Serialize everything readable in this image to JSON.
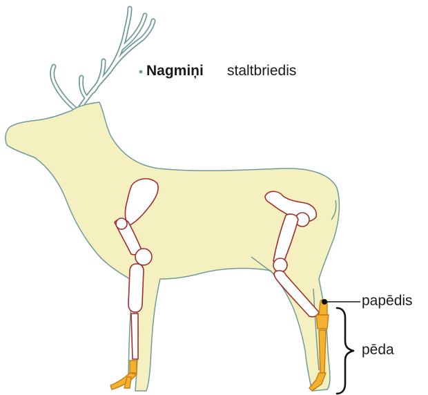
{
  "labels": {
    "genus": "Nagmiņi",
    "species": "staltbriedis",
    "heel": "papēdis",
    "foot": "pēda"
  },
  "colors": {
    "body_fill": "#f5f0c0",
    "body_stroke": "#6f9a98",
    "antler_stroke": "#6f9a98",
    "bone_fill": "#ffffff",
    "bone_stroke": "#a32a2a",
    "foot_bone_fill": "#f2b22f",
    "foot_bone_stroke": "#c77b12",
    "bracket": "#111111"
  }
}
